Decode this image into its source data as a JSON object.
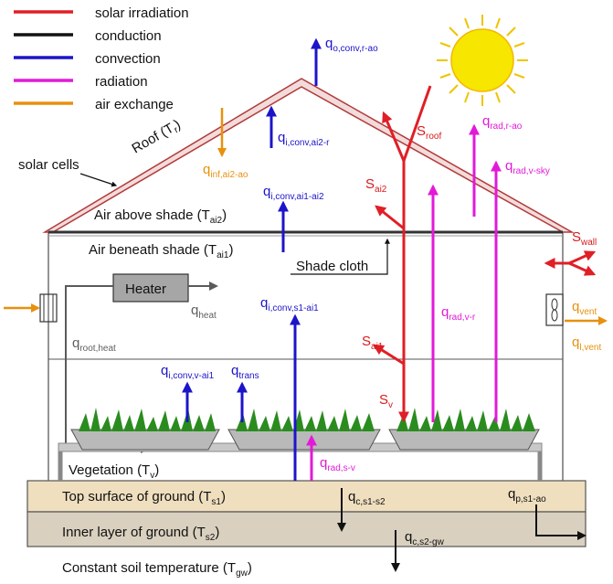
{
  "legend": [
    {
      "label": "solar irradiation",
      "color": "#e01f26"
    },
    {
      "label": "conduction",
      "color": "#111111"
    },
    {
      "label": "convection",
      "color": "#1c14c9"
    },
    {
      "label": "radiation",
      "color": "#e21ad8"
    },
    {
      "label": "air exchange",
      "color": "#e8900f"
    }
  ],
  "labels": {
    "solar_cells": "solar cells",
    "roof": "Roof (T",
    "roof_sub": "r",
    "air_above": "Air above shade (T",
    "air_above_sub": "ai2",
    "air_beneath": "Air beneath shade (T",
    "air_beneath_sub": "ai1",
    "shade_cloth": "Shade cloth",
    "heater": "Heater",
    "vegetation": "Vegetation (T",
    "vegetation_sub": "v",
    "top_surface": "Top surface of ground (T",
    "top_surface_sub": "s1",
    "inner_layer": "Inner layer of ground (T",
    "inner_layer_sub": "s2",
    "constant_soil": "Constant soil temperature (T",
    "constant_soil_sub": "gw",
    "close": ")"
  },
  "fluxes": {
    "q": "q",
    "S": "S",
    "o_conv_r_ao": "o,conv,r-ao",
    "i_conv_ai2_r": "i,conv,ai2-r",
    "inf_ai2_ao": "inf,ai2-ao",
    "i_conv_ai1_ai2": "i,conv,ai1-ai2",
    "i_conv_s1_ai1": "i,conv,s1-ai1",
    "i_conv_v_ai1": "i,conv,v-ai1",
    "trans": "trans",
    "heat": "heat",
    "root_heat": "root,heat",
    "rad_r_ao": "rad,r-ao",
    "rad_v_sky": "rad,v-sky",
    "rad_v_r": "rad,v-r",
    "rad_s_v": "rad,s-v",
    "vent": "vent",
    "l_vent": "l,vent",
    "c_s1_s2": "c,s1-s2",
    "c_s2_gw": "c,s2-gw",
    "p_s1_ao": "p,s1-ao",
    "roof_s": "roof",
    "ai2_s": "ai2",
    "wall_s": "wall",
    "ai1_s": "ai1",
    "v_s": "v"
  },
  "colors": {
    "solar": "#e01f26",
    "conduction": "#111111",
    "convection": "#1c14c9",
    "radiation": "#e21ad8",
    "air": "#e8900f",
    "roof_fill": "#f2dcdb",
    "roof_stroke": "#b23a3a",
    "ground_top": "#efdfbf",
    "ground_inner": "#d9d0bf",
    "sun": "#f7e600",
    "heater": "#a6a6a6",
    "tray": "#c8c8c8",
    "grass": "#2a8c1e"
  }
}
